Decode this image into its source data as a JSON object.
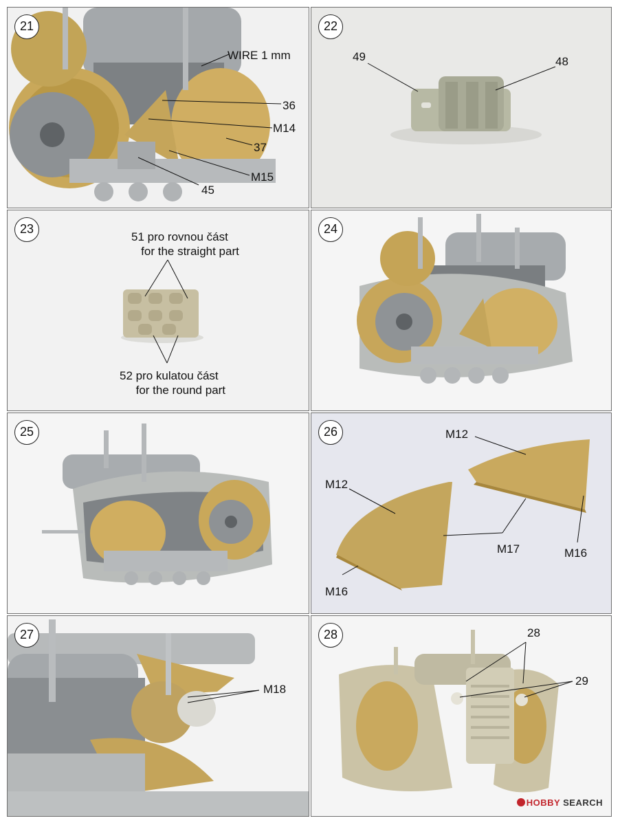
{
  "panels": [
    {
      "step": "21",
      "labels": [
        "WIRE 1 mm",
        "36",
        "M14",
        "37",
        "M15",
        "45"
      ]
    },
    {
      "step": "22",
      "labels": [
        "49",
        "48"
      ]
    },
    {
      "step": "23",
      "labels": [
        "51 pro rovnou část\n   for the straight part",
        "52 pro kulatou část\n     for the round part"
      ]
    },
    {
      "step": "24",
      "labels": []
    },
    {
      "step": "25",
      "labels": []
    },
    {
      "step": "26",
      "labels": [
        "M12",
        "M12",
        "M17",
        "M16",
        "M16"
      ]
    },
    {
      "step": "27",
      "labels": [
        "M18"
      ]
    },
    {
      "step": "28",
      "labels": [
        "28",
        "29"
      ]
    }
  ],
  "watermark": {
    "brand": "HOBBY",
    "suffix": " SEARCH"
  },
  "colors": {
    "brass": "#c9a85a",
    "brass_dark": "#a8873c",
    "resin_gray": "#a9adb0",
    "resin_light": "#c7c9c6",
    "tan": "#c9c2a6",
    "border": "#6e6e6e"
  }
}
